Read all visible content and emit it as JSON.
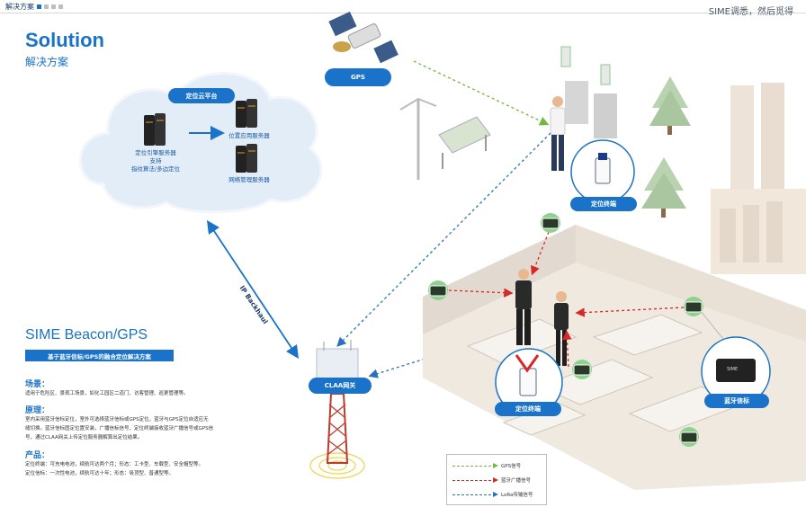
{
  "header": {
    "section": "解决方案",
    "tagline": "SIME调悉，然后觅得"
  },
  "page_title": "Solution",
  "page_subtitle": "解决方案",
  "gps": {
    "label": "GPS"
  },
  "cloud": {
    "platform_label": "定位云平台",
    "engine_server": "定位引擎服务器",
    "engine_support": "支持",
    "engine_algo": "指纹算法/多边定位",
    "app_server": "位置应用服务器",
    "mgmt_server": "网络管理服务器"
  },
  "backhaul_label": "IP Backhaul",
  "gateway_label": "CLAA网关",
  "terminal_top_label": "定位终端",
  "terminal_bottom_label": "定位终端",
  "beacon_label": "蓝牙信标",
  "beacon_device_text": "SIME",
  "product": {
    "title": "SIME Beacon/GPS",
    "subtitle": "基于蓝牙信标/GPS的融合定位解决方案",
    "sections": [
      {
        "heading": "场景：",
        "lines": [
          "适用于危险区、景观工场景，如化工园区二道门、访客管理、巡更管理等。"
        ]
      },
      {
        "heading": "原理：",
        "lines": [
          "室内采用蓝牙信标定位，室外可选择蓝牙信标或GPS定位，蓝牙与GPS定位自适应无",
          "缝切换。蓝牙信标固定位置安装，广播信标信号，定位终端接收蓝牙广播信号或GPS信",
          "号，通过CLAA网关上传定位服务器解算出定位结果。"
        ]
      },
      {
        "heading": "产品：",
        "lines": [
          "定位终端：可充电电池，续航可达两个月；形态：工卡型、车载型、安全帽型等。",
          "定位信标：一次性电池，续航可达十年；形态：吸顶型、普通型等。"
        ]
      }
    ]
  },
  "legend": {
    "items": [
      {
        "label": "GPS信号",
        "color": "#6fba3c"
      },
      {
        "label": "蓝牙广播信号",
        "color": "#d62828"
      },
      {
        "label": "LoRa传输信号",
        "color": "#2a6fc0"
      }
    ]
  },
  "colors": {
    "accent": "#1a73c8",
    "cloud": "#e3edf7",
    "floor": "#efe9e0"
  }
}
